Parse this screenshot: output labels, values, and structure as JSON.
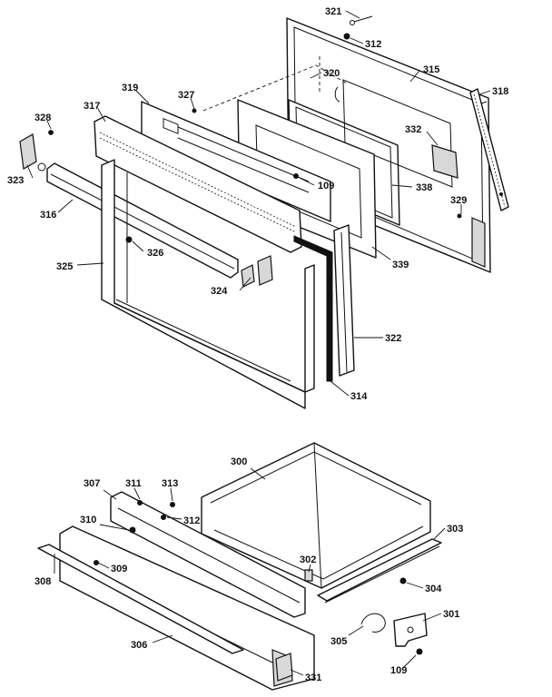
{
  "callouts": [
    {
      "id": "c321",
      "label": "321"
    },
    {
      "id": "c312a",
      "label": "312"
    },
    {
      "id": "c315",
      "label": "315"
    },
    {
      "id": "c320",
      "label": "320"
    },
    {
      "id": "c318",
      "label": "318"
    },
    {
      "id": "c319",
      "label": "319"
    },
    {
      "id": "c327",
      "label": "327"
    },
    {
      "id": "c317",
      "label": "317"
    },
    {
      "id": "c328",
      "label": "328"
    },
    {
      "id": "c332",
      "label": "332"
    },
    {
      "id": "c323",
      "label": "323"
    },
    {
      "id": "c109a",
      "label": "109"
    },
    {
      "id": "c338",
      "label": "338"
    },
    {
      "id": "c316",
      "label": "316"
    },
    {
      "id": "c329",
      "label": "329"
    },
    {
      "id": "c326",
      "label": "326"
    },
    {
      "id": "c325",
      "label": "325"
    },
    {
      "id": "c339",
      "label": "339"
    },
    {
      "id": "c324",
      "label": "324"
    },
    {
      "id": "c322",
      "label": "322"
    },
    {
      "id": "c314",
      "label": "314"
    },
    {
      "id": "c300",
      "label": "300"
    },
    {
      "id": "c307",
      "label": "307"
    },
    {
      "id": "c311",
      "label": "311"
    },
    {
      "id": "c313",
      "label": "313"
    },
    {
      "id": "c310",
      "label": "310"
    },
    {
      "id": "c312b",
      "label": "312"
    },
    {
      "id": "c303",
      "label": "303"
    },
    {
      "id": "c308",
      "label": "308"
    },
    {
      "id": "c309",
      "label": "309"
    },
    {
      "id": "c302",
      "label": "302"
    },
    {
      "id": "c304",
      "label": "304"
    },
    {
      "id": "c301",
      "label": "301"
    },
    {
      "id": "c305",
      "label": "305"
    },
    {
      "id": "c306",
      "label": "306"
    },
    {
      "id": "c331",
      "label": "331"
    },
    {
      "id": "c109b",
      "label": "109"
    }
  ]
}
